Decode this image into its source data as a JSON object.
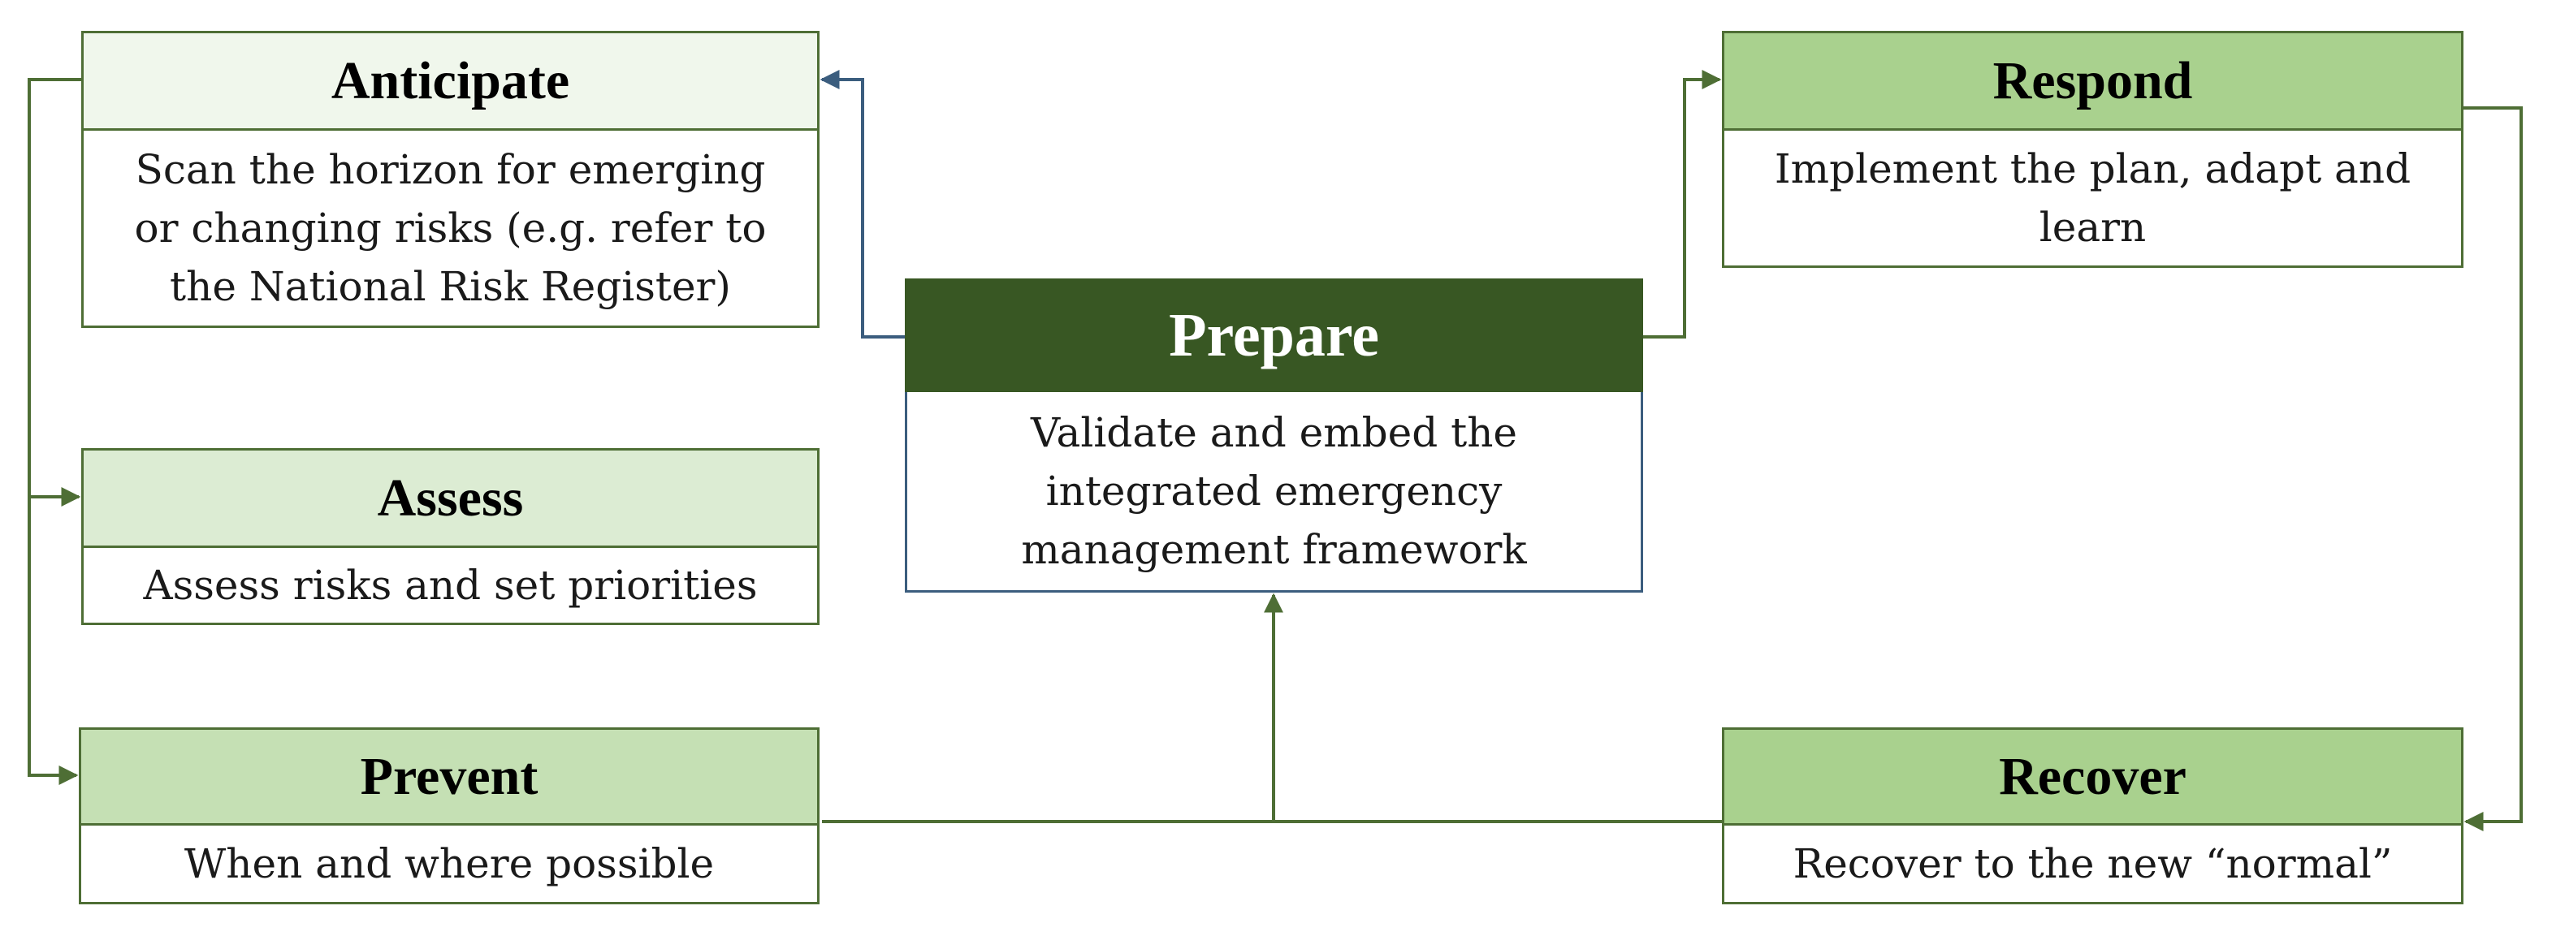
{
  "colors": {
    "connector_green": "#4e6e35",
    "connector_blue": "#3b5d7e",
    "prepare_header": "#385723",
    "anticipate_header": "#f0f7ec",
    "assess_header": "#dcecd3",
    "prevent_header": "#c5e0b4",
    "respond_header": "#a9d18e",
    "recover_header": "#a9d18e"
  },
  "nodes": {
    "anticipate": {
      "title": "Anticipate",
      "text": "Scan the horizon for emerging or changing risks (e.g. refer to the National Risk Register)"
    },
    "assess": {
      "title": "Assess",
      "text": "Assess risks and set priorities"
    },
    "prevent": {
      "title": "Prevent",
      "text": "When and where possible"
    },
    "prepare": {
      "title": "Prepare",
      "text": "Validate and embed the integrated emergency management framework"
    },
    "respond": {
      "title": "Respond",
      "text": "Implement the plan, adapt and learn"
    },
    "recover": {
      "title": "Recover",
      "text": "Recover to the new “normal”"
    }
  },
  "edges": [
    {
      "from": "prepare",
      "to": "anticipate"
    },
    {
      "from": "prepare",
      "to": "respond"
    },
    {
      "from": "respond",
      "to": "recover"
    },
    {
      "from": "anticipate",
      "to": "assess"
    },
    {
      "from": "anticipate",
      "to": "prevent"
    },
    {
      "from": "prevent",
      "to": "prepare"
    },
    {
      "from": "recover",
      "to": "prepare"
    }
  ]
}
